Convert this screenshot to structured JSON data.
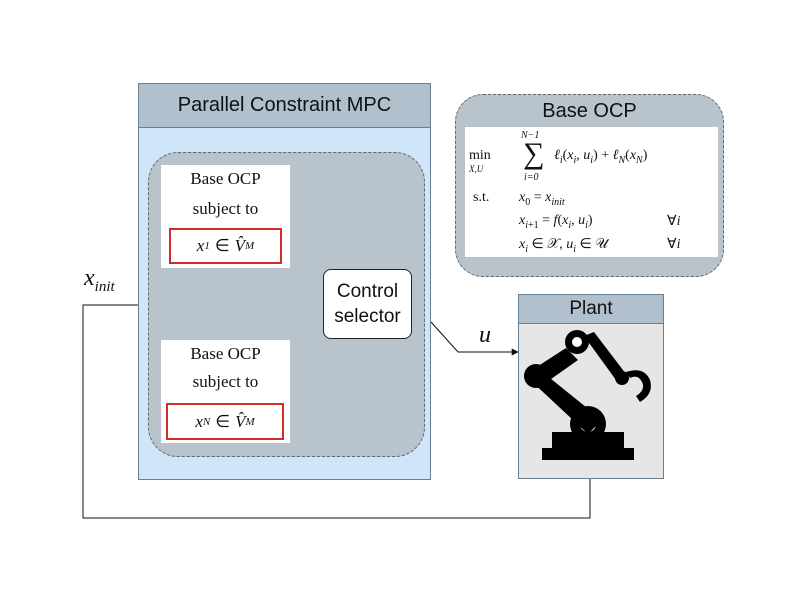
{
  "mpc": {
    "title": "Parallel Constraint MPC",
    "top_ocp": {
      "line1": "Base OCP",
      "line2": "subject to",
      "constraint": {
        "var": "x",
        "sub": "1",
        "rel": "∈",
        "set": "V̂",
        "set_sub": "M"
      }
    },
    "bottom_ocp": {
      "line1": "Base OCP",
      "line2": "subject to",
      "constraint": {
        "var": "x",
        "sub": "N",
        "rel": "∈",
        "set": "V̂",
        "set_sub": "M"
      }
    },
    "selector": {
      "line1": "Control",
      "line2": "selector"
    }
  },
  "base_ocp": {
    "title": "Base OCP",
    "min_label": "min",
    "min_sub": "X,U",
    "sum_upper": "N−1",
    "sum_lower": "i=0",
    "objective": "ℓ(x, u) + ℓ(x)",
    "st_label": "s.t.",
    "constraints": [
      "x = x",
      "x = f(x, u)   ∀i",
      "x ∈ 𝒳, u ∈ 𝒰   ∀i"
    ]
  },
  "plant": {
    "title": "Plant",
    "icon": "robot-arm-icon"
  },
  "signals": {
    "x_init": {
      "symbol": "x",
      "sub": "init"
    },
    "u": "u"
  },
  "colors": {
    "mpc_bg": "#cfe6fa",
    "header_bg": "#b0c0cd",
    "inner_bg": "#b8c3cc",
    "constraint_border": "#d42a2a",
    "plant_bg": "#e6e6e6"
  }
}
